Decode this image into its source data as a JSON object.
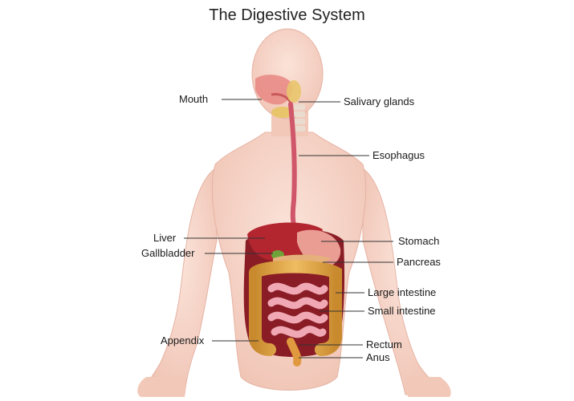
{
  "title": "The Digestive System",
  "labels": {
    "mouth": "Mouth",
    "salivary_glands": "Salivary glands",
    "esophagus": "Esophagus",
    "liver": "Liver",
    "gallbladder": "Gallbladder",
    "stomach": "Stomach",
    "pancreas": "Pancreas",
    "large_intestine": "Large intestine",
    "small_intestine": "Small intestine",
    "appendix": "Appendix",
    "rectum": "Rectum",
    "anus": "Anus"
  },
  "colors": {
    "skin": "#f6d3c6",
    "skin_shadow": "#e9b8a8",
    "organ_red": "#b0262e",
    "liver": "#a8212a",
    "stomach": "#ec9a92",
    "intestine_large": "#e2a64a",
    "intestine_small": "#f0a9b4",
    "leader_line": "#333333"
  }
}
